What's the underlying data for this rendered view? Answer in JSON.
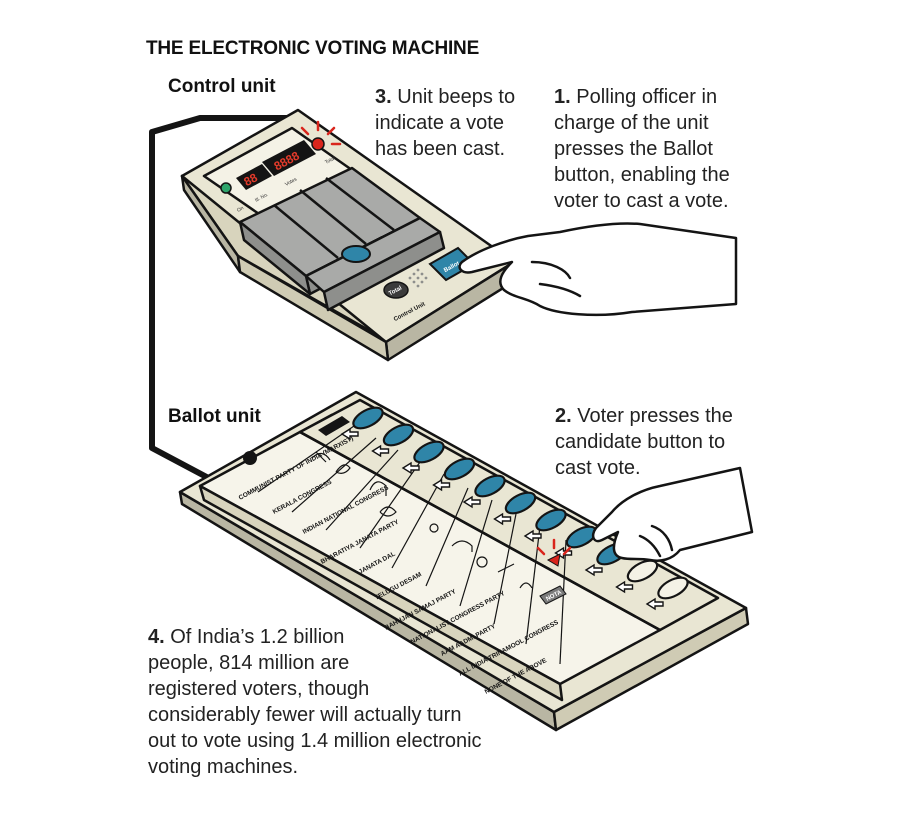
{
  "title": "THE ELECTRONIC VOTING MACHINE",
  "labels": {
    "control_unit": "Control unit",
    "ballot_unit": "Ballot unit"
  },
  "control_unit": {
    "display_left": "88",
    "display_right": "8888",
    "display_captions": [
      "On",
      "Ill. No.",
      "Votes",
      "Total"
    ],
    "total_button": "Total",
    "ballot_button": "Ballot",
    "unit_name": "Control Unit"
  },
  "ballot_unit": {
    "candidates": [
      "COMMUNIST PARTY OF INDIA (MARXIST)",
      "KERALA CONGRESS",
      "INDIAN NATIONAL CONGRESS",
      "BHARATIYA JANATA PARTY",
      "JANATA DAL",
      "TELUGU DESAM",
      "BAHUJAN SAMAJ PARTY",
      "NATIONALIST CONGRESS PARTY",
      "AAM AADMI PARTY",
      "ALL INDIA TRINAMOOL CONGRESS",
      "NONE OF THE ABOVE"
    ],
    "nota_badge": "NOTA"
  },
  "notes": {
    "note1": {
      "num": "1.",
      "lines": [
        "Polling officer in",
        "charge of the unit",
        "presses the Ballot",
        "button, enabling the",
        "voter to cast a vote."
      ]
    },
    "note2": {
      "num": "2.",
      "lines": [
        "Voter presses the",
        "candidate button to",
        "cast vote."
      ]
    },
    "note3": {
      "num": "3.",
      "lines": [
        "Unit beeps to",
        "indicate a vote",
        "has been cast."
      ]
    },
    "note4": {
      "num": "4.",
      "lines": [
        "Of India’s 1.2 billion",
        "people, 814 million are",
        "registered voters, though",
        "considerably fewer will actually turn",
        "out to vote using 1.4 million electronic",
        "voting machines."
      ]
    }
  },
  "colors": {
    "body": "#e9e6d3",
    "body_dark": "#b9b6a3",
    "panel_grey": "#a9aaa8",
    "button_blue": "#2f85a8",
    "display_red": "#e23a2a",
    "beep_red": "#d9251c",
    "led_green": "#2ea56b",
    "outline": "#141414"
  }
}
